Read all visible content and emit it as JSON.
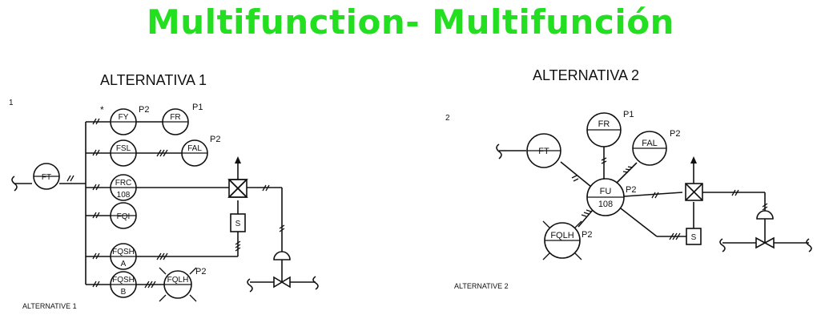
{
  "title": "Multifunction- Multifunción",
  "title_color": "#22e01f",
  "alt1": {
    "heading": "ALTERNATIVA 1",
    "number": "1",
    "star": "*",
    "caption": "ALTERNATIVE 1",
    "ft": "FT",
    "fy": "FY",
    "fy_tag": "P2",
    "fr": "FR",
    "fr_tag": "P1",
    "fsl": "FSL",
    "fal": "FAL",
    "fal_tag": "P2",
    "frc": "FRC",
    "frc_num": "108",
    "fqi": "FQI",
    "fqsh_a": "FQSH",
    "fqsh_a_sub": "A",
    "fqsh_b": "FQSH",
    "fqsh_b_sub": "B",
    "fqlh": "FQLH",
    "fqlh_tag": "P2",
    "solenoid": "S"
  },
  "alt2": {
    "heading": "ALTERNATIVA 2",
    "number": "2",
    "caption": "ALTERNATIVE 2",
    "ft": "FT",
    "fr": "FR",
    "fr_tag": "P1",
    "fal": "FAL",
    "fal_tag": "P2",
    "fu": "FU",
    "fu_num": "108",
    "fu_tag": "P2",
    "fqlh": "FQLH",
    "fqlh_tag": "P2",
    "solenoid": "S"
  }
}
